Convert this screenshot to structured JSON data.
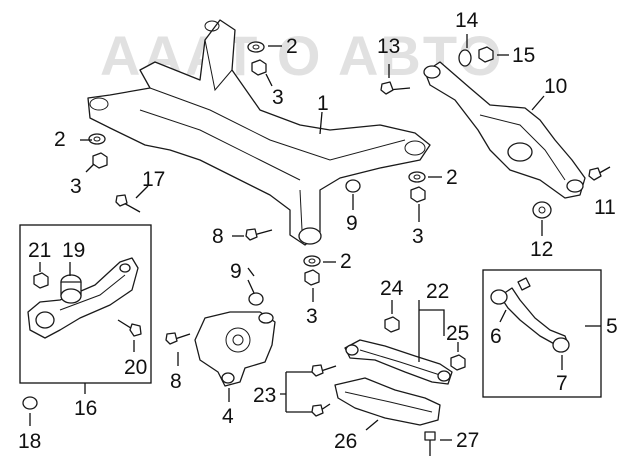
{
  "watermark": "AAAT O ABTO",
  "callouts": {
    "c1": "1",
    "c2a": "2",
    "c2b": "2",
    "c2c": "2",
    "c2d": "2",
    "c3a": "3",
    "c3b": "3",
    "c3c": "3",
    "c3d": "3",
    "c4": "4",
    "c5": "5",
    "c6": "6",
    "c7": "7",
    "c8a": "8",
    "c8b": "8",
    "c9a": "9",
    "c9b": "9",
    "c10": "10",
    "c11": "11",
    "c12": "12",
    "c13": "13",
    "c14": "14",
    "c15": "15",
    "c16": "16",
    "c17": "17",
    "c18": "18",
    "c19": "19",
    "c20": "20",
    "c21": "21",
    "c22": "22",
    "c23": "23",
    "c24": "24",
    "c25": "25",
    "c26": "26",
    "c27": "27"
  }
}
